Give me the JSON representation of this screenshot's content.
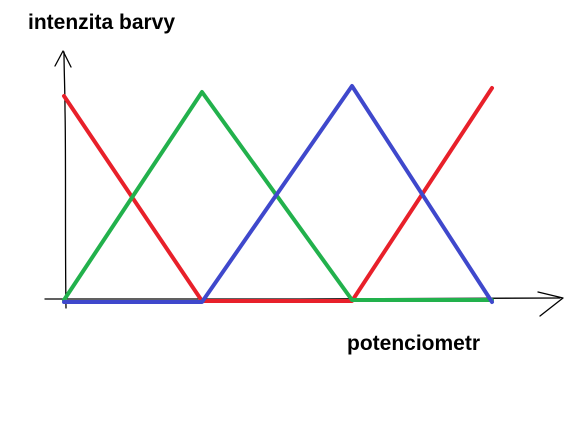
{
  "labels": {
    "y_axis": "intenzita barvy",
    "x_axis": "potenciometr"
  },
  "colors": {
    "axis": "#000000",
    "red": "#e8202a",
    "green": "#22b14c",
    "blue": "#3f48cc"
  },
  "chart_data": {
    "type": "line",
    "title": "",
    "xlabel": "potenciometr",
    "ylabel": "intenzita barvy",
    "series": [
      {
        "color": "red",
        "x": [
          0,
          1,
          2,
          3
        ],
        "y": [
          1,
          0,
          0,
          1
        ]
      },
      {
        "color": "green",
        "x": [
          0,
          1,
          2,
          3
        ],
        "y": [
          0,
          1,
          0,
          0
        ]
      },
      {
        "color": "blue",
        "x": [
          0,
          1,
          2,
          3
        ],
        "y": [
          0,
          0,
          1,
          0
        ]
      }
    ]
  }
}
